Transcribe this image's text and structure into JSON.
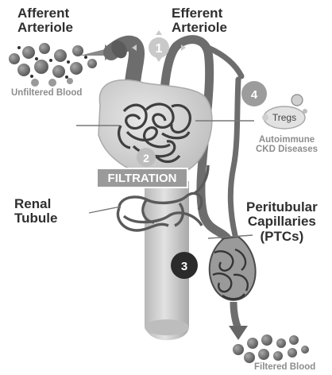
{
  "labels": {
    "afferent_arteriole": "Afferent\nArteriole",
    "efferent_arteriole": "Efferent\nArteriole",
    "unfiltered_blood": "Unfiltered Blood",
    "autoimmune_ckd": "Autoimmune\nCKD Diseases",
    "tregs": "Tregs",
    "filtration": "FILTRATION",
    "renal_tubule": "Renal\nTubule",
    "peritubular_capillaries": "Peritubular\nCapillaries\n(PTCs)",
    "filtered_blood": "Filtered Blood"
  },
  "steps": [
    {
      "number": "1",
      "color": "#c9c9c9"
    },
    {
      "number": "2",
      "color": "#bdbdbd"
    },
    {
      "number": "3",
      "color": "#2b2b2b"
    },
    {
      "number": "4",
      "color": "#9c9c9c"
    }
  ],
  "colors": {
    "vessel": "#6d6d6d",
    "vessel_dark": "#4a4a4a",
    "capsule": "#d6d6d6",
    "tubule": "#c9c9c9",
    "blood_cell": "#7b7b7b",
    "text_dark": "#2f2f2f",
    "text_light": "#8d8d8d"
  }
}
